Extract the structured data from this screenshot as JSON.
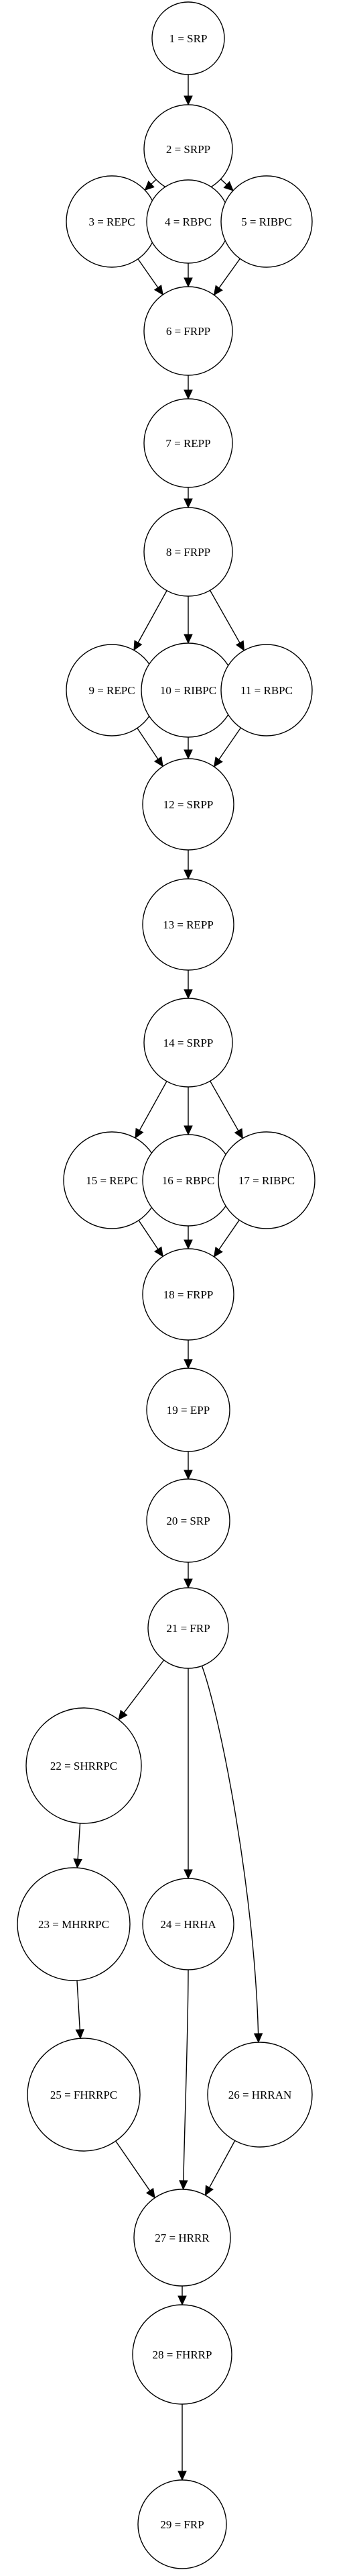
{
  "graph": {
    "nodes": [
      {
        "id": 1,
        "label": "1 = SRP"
      },
      {
        "id": 2,
        "label": "2 = SRPP"
      },
      {
        "id": 3,
        "label": "3 = REPC"
      },
      {
        "id": 4,
        "label": "4 = RBPC"
      },
      {
        "id": 5,
        "label": "5 = RIBPC"
      },
      {
        "id": 6,
        "label": "6 = FRPP"
      },
      {
        "id": 7,
        "label": "7 = REPP"
      },
      {
        "id": 8,
        "label": "8 = FRPP"
      },
      {
        "id": 9,
        "label": "9 = REPC"
      },
      {
        "id": 10,
        "label": "10 = RIBPC"
      },
      {
        "id": 11,
        "label": "11 = RBPC"
      },
      {
        "id": 12,
        "label": "12 = SRPP"
      },
      {
        "id": 13,
        "label": "13 = REPP"
      },
      {
        "id": 14,
        "label": "14 = SRPP"
      },
      {
        "id": 15,
        "label": "15 = REPC"
      },
      {
        "id": 16,
        "label": "16 = RBPC"
      },
      {
        "id": 17,
        "label": "17 = RIBPC"
      },
      {
        "id": 18,
        "label": "18 = FRPP"
      },
      {
        "id": 19,
        "label": "19 = EPP"
      },
      {
        "id": 20,
        "label": "20 = SRP"
      },
      {
        "id": 21,
        "label": "21 = FRP"
      },
      {
        "id": 22,
        "label": "22 = SHRRPC"
      },
      {
        "id": 23,
        "label": "23 = MHRRPC"
      },
      {
        "id": 24,
        "label": "24 = HRHA"
      },
      {
        "id": 25,
        "label": "25 = FHRRPC"
      },
      {
        "id": 26,
        "label": "26 = HRRAN"
      },
      {
        "id": 27,
        "label": "27 = HRRR"
      },
      {
        "id": 28,
        "label": "28 = FHRRP"
      },
      {
        "id": 29,
        "label": "29 = FRP"
      }
    ],
    "edges": [
      [
        1,
        2
      ],
      [
        2,
        3
      ],
      [
        2,
        4
      ],
      [
        2,
        5
      ],
      [
        3,
        6
      ],
      [
        4,
        6
      ],
      [
        5,
        6
      ],
      [
        6,
        7
      ],
      [
        7,
        8
      ],
      [
        8,
        9
      ],
      [
        8,
        10
      ],
      [
        8,
        11
      ],
      [
        9,
        12
      ],
      [
        10,
        12
      ],
      [
        11,
        12
      ],
      [
        12,
        13
      ],
      [
        13,
        14
      ],
      [
        14,
        15
      ],
      [
        14,
        16
      ],
      [
        14,
        17
      ],
      [
        15,
        18
      ],
      [
        16,
        18
      ],
      [
        17,
        18
      ],
      [
        18,
        19
      ],
      [
        19,
        20
      ],
      [
        20,
        21
      ],
      [
        21,
        22
      ],
      [
        21,
        24
      ],
      [
        21,
        26
      ],
      [
        22,
        23
      ],
      [
        23,
        25
      ],
      [
        25,
        27
      ],
      [
        24,
        27
      ],
      [
        26,
        27
      ],
      [
        27,
        28
      ],
      [
        28,
        29
      ]
    ]
  }
}
